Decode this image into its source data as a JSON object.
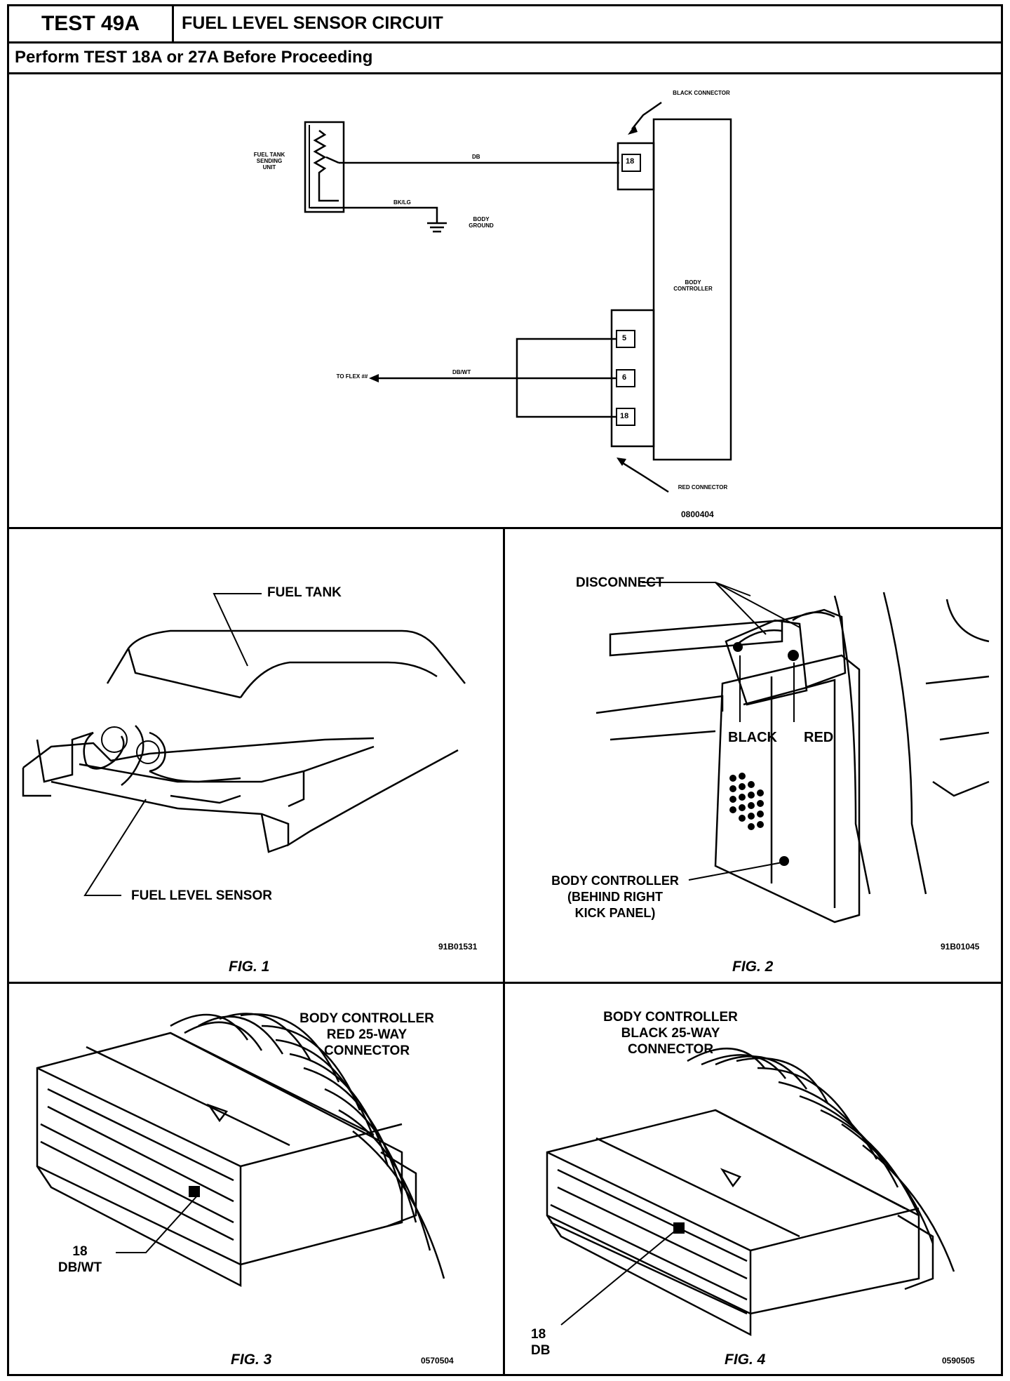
{
  "header": {
    "test_id": "TEST 49A",
    "title": "FUEL LEVEL SENSOR CIRCUIT",
    "subtitle": "Perform TEST 18A or 27A Before Proceeding"
  },
  "schematic": {
    "sending_unit": "FUEL TANK SENDING UNIT",
    "wire_db": "DB",
    "wire_bk_lg": "BK/LG",
    "body_ground": "BODY GROUND",
    "black_connector": "BLACK CONNECTOR",
    "red_connector": "RED CONNECTOR",
    "body_controller": "BODY CONTROLLER",
    "wire_db_wt": "DB/WT",
    "to_flex": "TO FLEX ##",
    "pin_black_18": "18",
    "pin_red_5": "5",
    "pin_red_6": "6",
    "pin_red_18": "18",
    "code": "0800404"
  },
  "fig1": {
    "fuel_tank": "FUEL TANK",
    "fuel_level_sensor": "FUEL LEVEL SENSOR",
    "code": "91B01531",
    "caption": "FIG. 1"
  },
  "fig2": {
    "disconnect": "DISCONNECT",
    "black": "BLACK",
    "red": "RED",
    "body_controller_l1": "BODY CONTROLLER",
    "body_controller_l2": "(BEHIND RIGHT",
    "body_controller_l3": "KICK PANEL)",
    "code": "91B01045",
    "caption": "FIG. 2"
  },
  "fig3": {
    "title_l1": "BODY CONTROLLER",
    "title_l2": "RED 25-WAY",
    "title_l3": "CONNECTOR",
    "pin_number": "18",
    "pin_wire": "DB/WT",
    "caption": "FIG. 3",
    "code": "0570504"
  },
  "fig4": {
    "title_l1": "BODY CONTROLLER",
    "title_l2": "BLACK 25-WAY",
    "title_l3": "CONNECTOR",
    "pin_number": "18",
    "pin_wire": "DB",
    "caption": "FIG. 4",
    "code": "0590505"
  }
}
